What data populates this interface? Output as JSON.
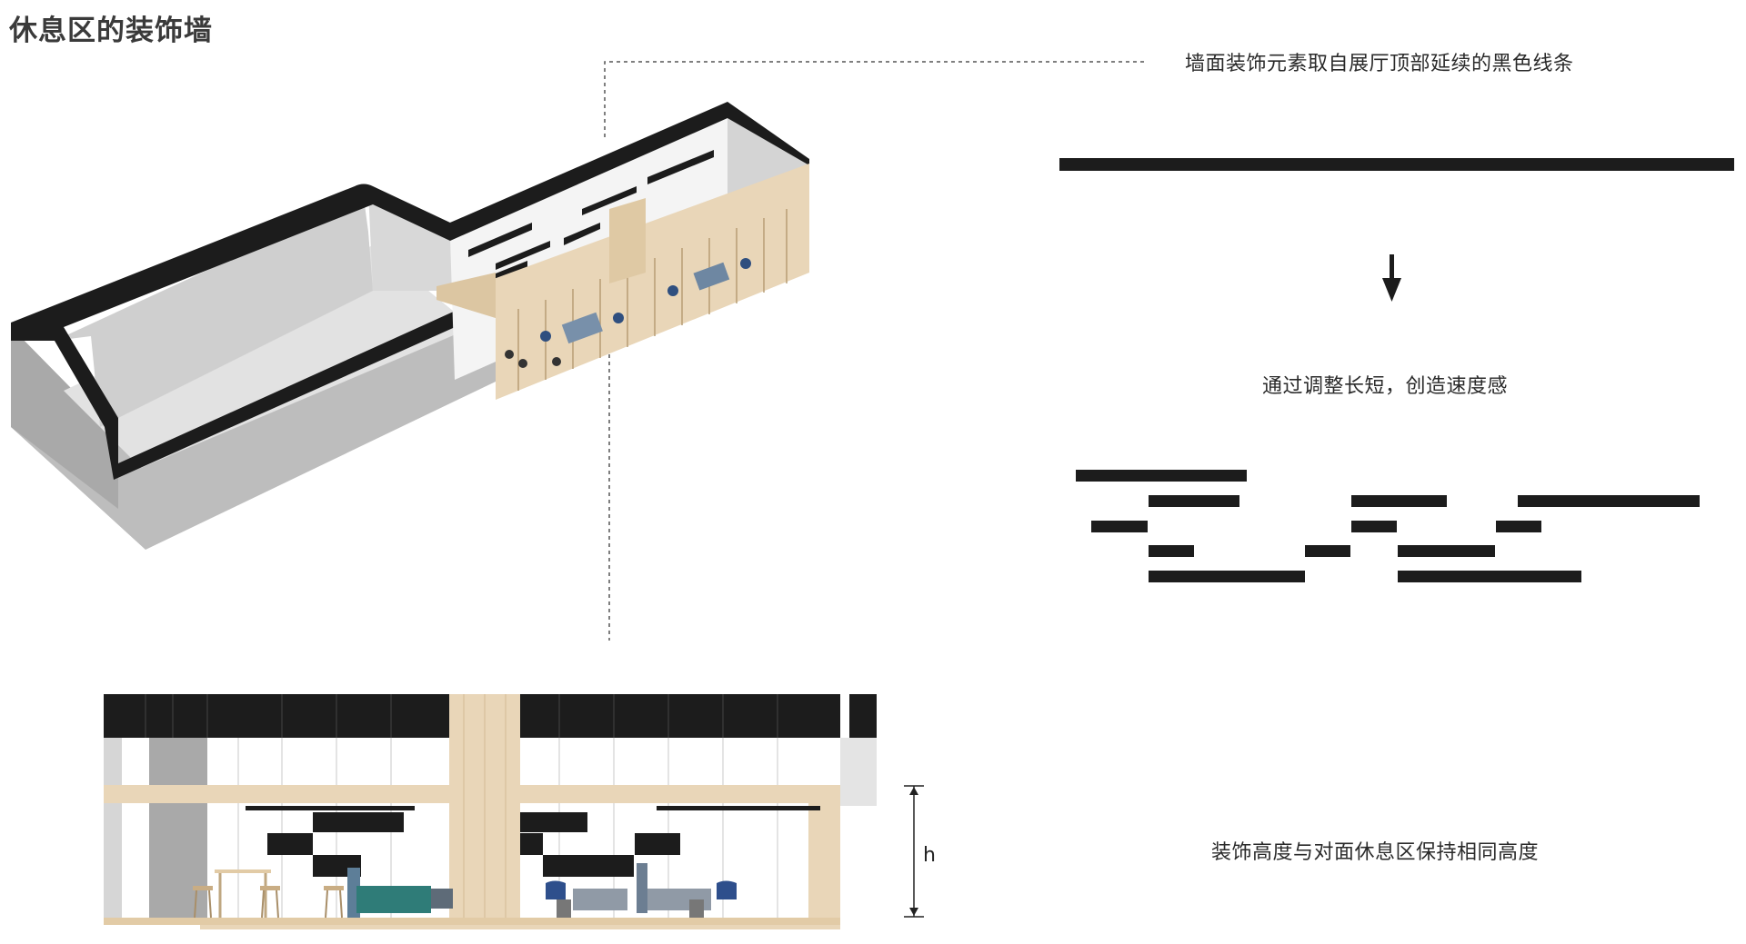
{
  "page": {
    "title": "休息区的装饰墙"
  },
  "annotations": {
    "source_note": "墙面装饰元素取自展厅顶部延续的黑色线条",
    "method_note": "通过调整长短，创造速度感",
    "height_note": "装饰高度与对面休息区保持相同高度",
    "height_symbol": "h"
  },
  "colors": {
    "bar_black": "#1c1c1c",
    "wood": "#e9d6b8",
    "wall_grey": "#c9c9c9",
    "background": "#ffffff"
  },
  "icons": {
    "flow_arrow": "down-arrow-icon"
  }
}
